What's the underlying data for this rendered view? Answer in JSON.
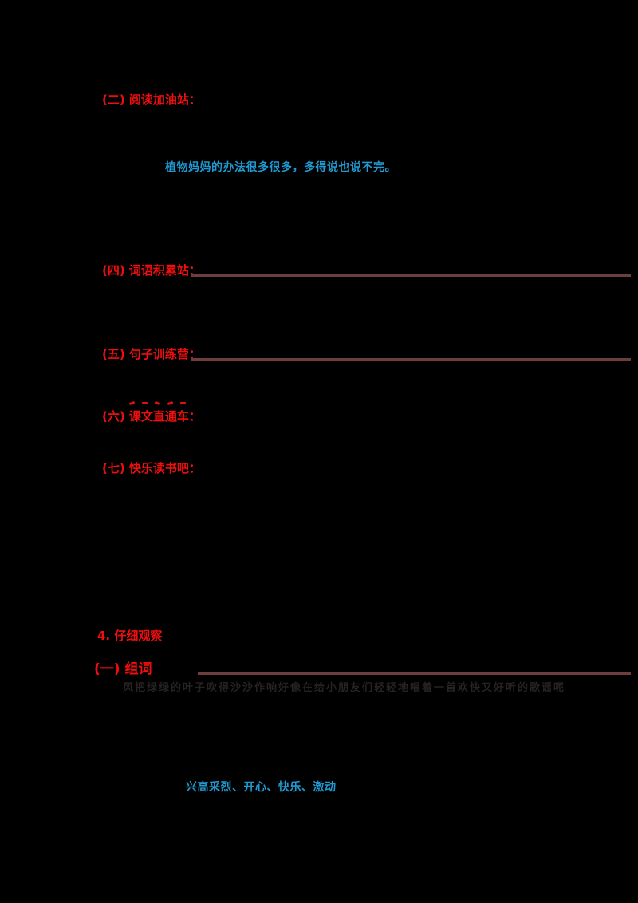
{
  "page": {
    "background": "#000000",
    "kind": "worksheet-answer-sheet"
  },
  "colors": {
    "answer_red": "#f10e0e",
    "accent_blue": "#1f9ad2",
    "blank_rule_maroon": "#6e3e3e",
    "faint_text": "#262322"
  },
  "sections": {
    "heading_two": "(二) 阅读加油站：",
    "blue_sentence": "植物妈妈的办法很多很多，多得说也说不完。",
    "heading_four": "(四) 词语积累站：",
    "heading_five": "(五) 句子训练营：",
    "heading_six": "(六) 课文直通车：",
    "heading_seven": "(七) 快乐读书吧：",
    "item_four": "4. 仔细观察",
    "item_one": "(一) 组词",
    "faint_line": "风把绿绿的叶子吹得沙沙作响好像在给小朋友们轻轻地唱着一首欢快又好听的歌谣呢",
    "blue_phrases": "兴高采烈、开心、快乐、激动"
  },
  "pinyin_ticks": [
    "ˉ",
    "ˇ",
    "ˊ",
    "ˋ",
    "ˉ"
  ]
}
